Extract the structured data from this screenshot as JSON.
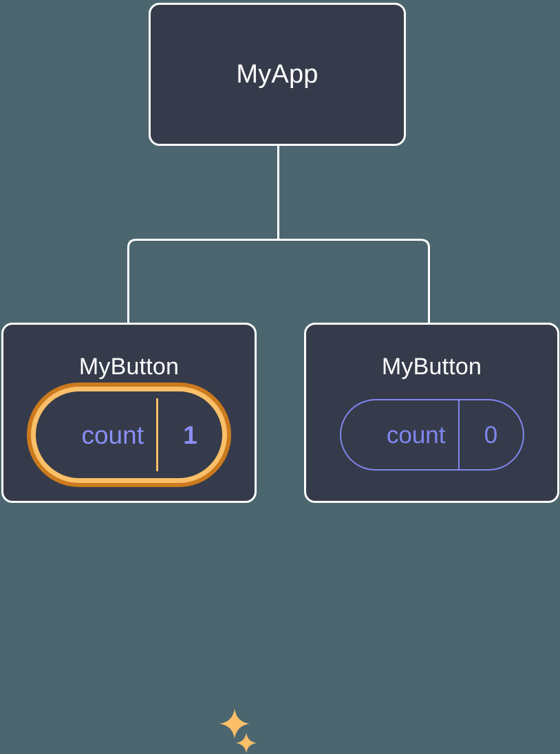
{
  "diagram": {
    "type": "react-component-tree",
    "background_color": "#4c6670",
    "node_fill": "#353b4a",
    "node_border": "#ffffff",
    "connector_color": "#ffffff",
    "accent_highlight": "#fabf68",
    "accent_highlight_outer": "#cc7a1e",
    "state_color": "#8186f0",
    "state_color_highlighted": "#8b8ff5"
  },
  "root": {
    "title": "MyApp"
  },
  "children": [
    {
      "title": "MyButton",
      "state": {
        "key": "count",
        "value": "1"
      },
      "highlighted": true,
      "sparkles": [
        "sparkle-large",
        "sparkle-small"
      ]
    },
    {
      "title": "MyButton",
      "state": {
        "key": "count",
        "value": "0"
      },
      "highlighted": false
    }
  ]
}
